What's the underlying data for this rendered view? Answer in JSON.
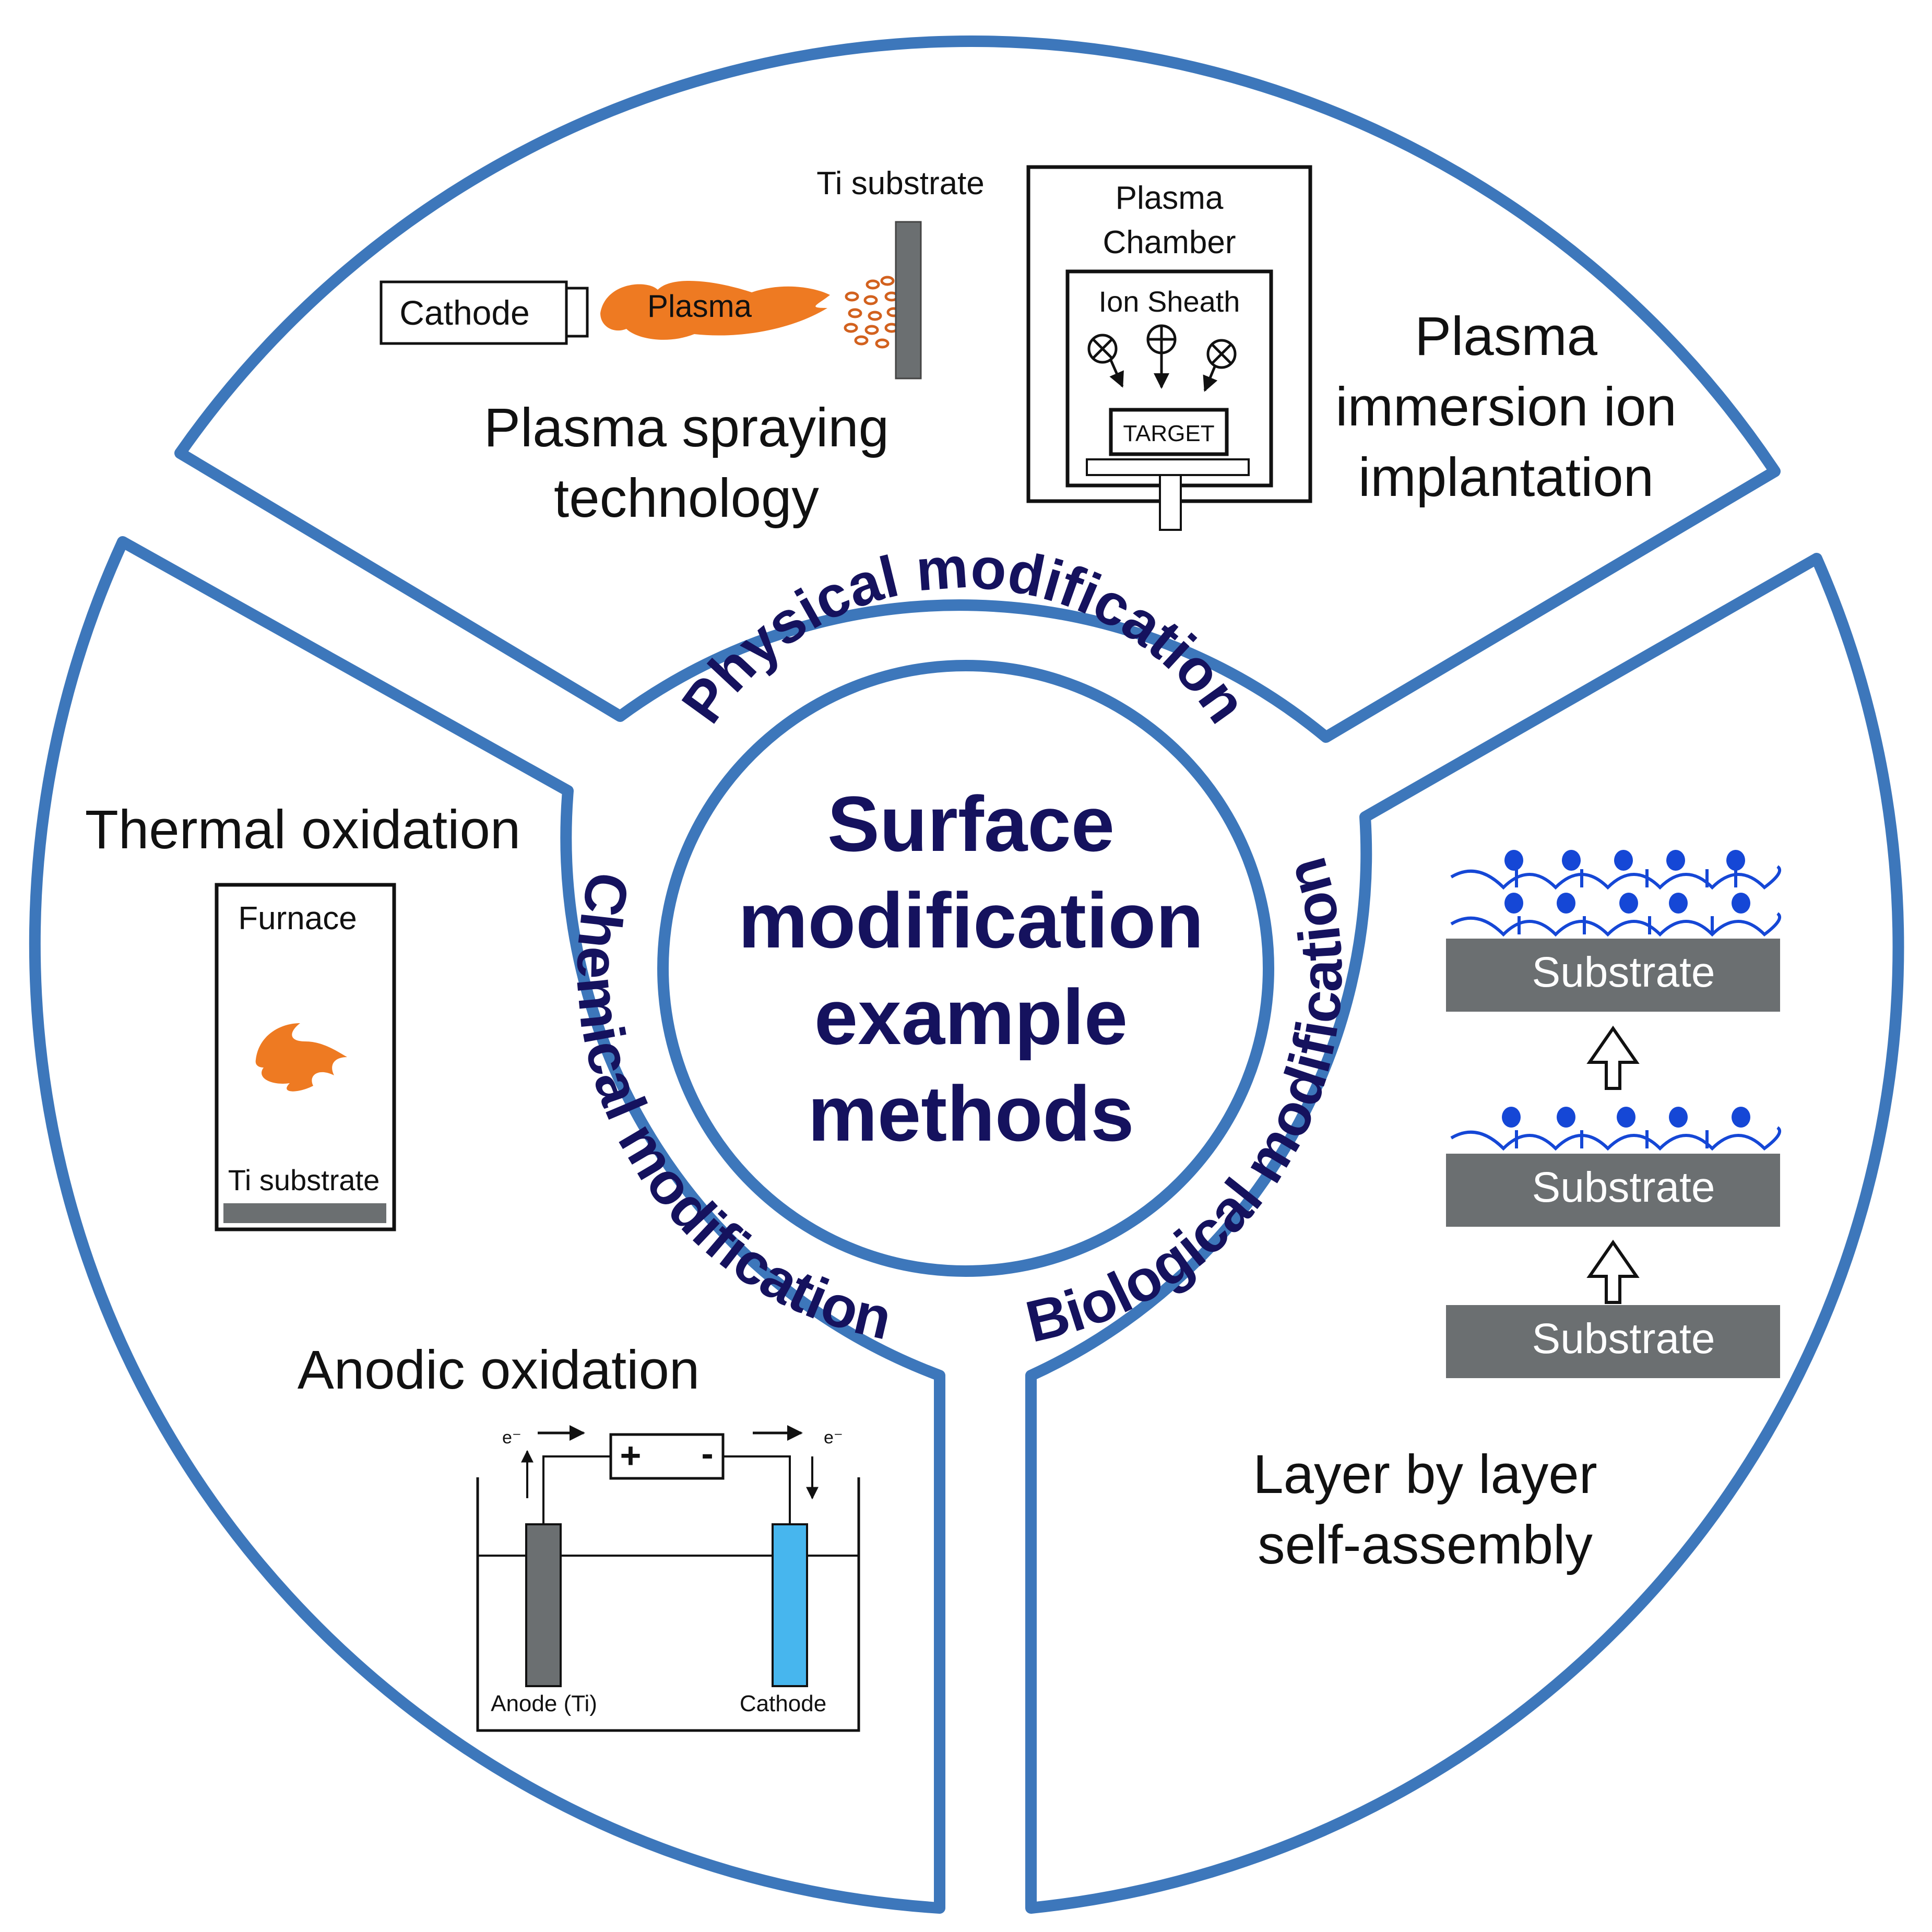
{
  "colors": {
    "ring_blue": "#3d77bb",
    "title_navy": "#15125e",
    "plasma_orange": "#ee7a22",
    "substrate_gray": "#6b6f71",
    "cathode_blue": "#47b6ee",
    "molecule_blue": "#1547d6",
    "text_black": "#111111"
  },
  "center": {
    "title_lines": [
      "Surface",
      "modification",
      "example",
      "methods"
    ]
  },
  "arc_labels": {
    "physical": "Physical modification",
    "chemical": "Chemical modification",
    "biological": "Biological modification"
  },
  "physical": {
    "spraying": {
      "cathode_label": "Cathode",
      "plasma_label": "Plasma",
      "substrate_label": "Ti substrate",
      "caption_lines": [
        "Plasma spraying",
        "technology"
      ]
    },
    "piii": {
      "chamber_label_lines": [
        "Plasma",
        "Chamber"
      ],
      "sheath_label": "Ion Sheath",
      "target_label": "TARGET",
      "caption_lines": [
        "Plasma",
        "immersion ion",
        "implantation"
      ]
    }
  },
  "chemical": {
    "thermal": {
      "caption": "Thermal oxidation",
      "furnace_label": "Furnace",
      "substrate_label": "Ti substrate"
    },
    "anodic": {
      "caption": "Anodic oxidation",
      "electron_left": "e⁻",
      "electron_right": "e⁻",
      "plus_sign": "+",
      "minus_sign": "-",
      "anode_label": "Anode (Ti)",
      "cathode_label": "Cathode"
    }
  },
  "biological": {
    "lbl": {
      "substrate_labels": [
        "Substrate",
        "Substrate",
        "Substrate"
      ],
      "caption_lines": [
        "Layer by layer",
        "self-assembly"
      ]
    }
  }
}
